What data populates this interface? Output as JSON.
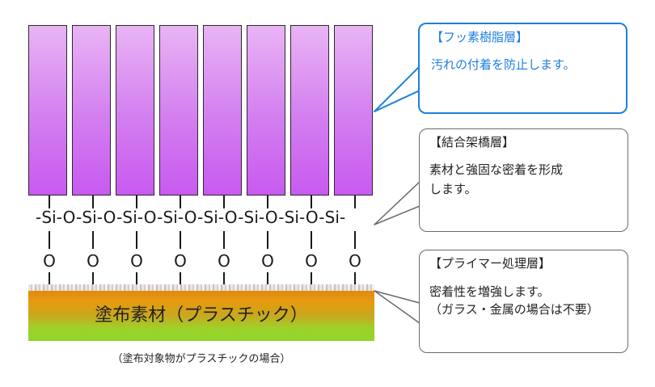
{
  "diagram": {
    "chain_text": "-Si-O-Si-O-Si-O-Si-O-Si-O-Si-O-Si-O-Si-",
    "oxygen_label": "O",
    "pillar_count": 8,
    "substrate_label": "塗布素材（プラスチック）",
    "caption": "（塗布対象物がプラスチックの場合）",
    "colors": {
      "resin": "#d37ef0",
      "substrate_top": "#e08a10",
      "substrate_bottom": "#8fd62a",
      "callout_accent": "#1e7fe0"
    }
  },
  "callouts": {
    "fluoro": {
      "title": "【フッ素樹脂層】",
      "body": "汚れの付着を防止します。"
    },
    "crosslink": {
      "title": "【結合架橋層】",
      "body_lines": [
        "素材と強固な密着を形成",
        "します。"
      ]
    },
    "primer": {
      "title": "【プライマー処理層】",
      "body_lines": [
        "密着性を増強します。",
        "（ガラス・金属の場合は不要）"
      ]
    }
  }
}
